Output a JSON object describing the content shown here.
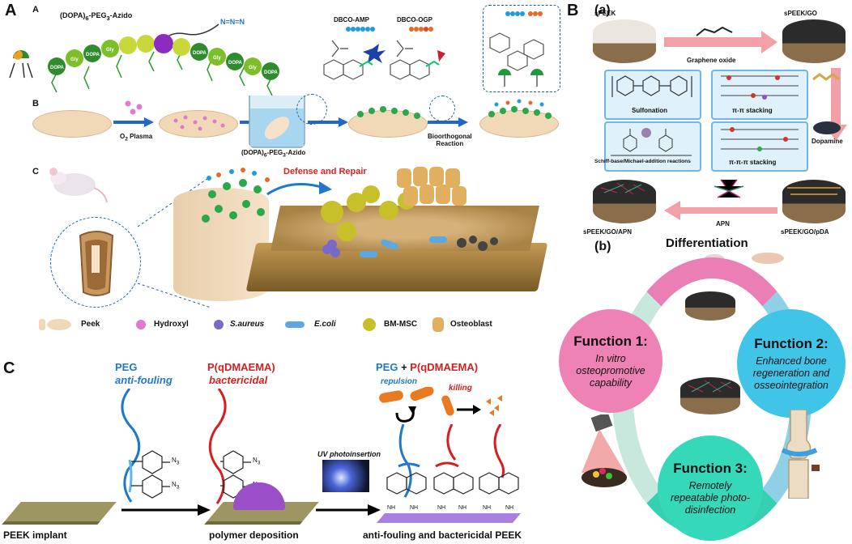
{
  "panel_A": {
    "letter": "A",
    "sub_a": "A",
    "sub_b": "B",
    "sub_c": "C",
    "molecule_label": "(DOPA)",
    "molecule_label_sub": "6",
    "molecule_label_mid": "-PEG",
    "molecule_label_sub2": "3",
    "molecule_label_end": "-Azido",
    "dbco_amp": "DBCO-AMP",
    "dbco_ogp": "DBCO-OGP",
    "o2_plasma": "O",
    "o2_plasma_sub": "2",
    "o2_plasma_end": " Plasma",
    "dopa_peg_label": "(DOPA)",
    "dopa_peg_sub": "6",
    "dopa_peg_mid": "-PEG",
    "dopa_peg_sub2": "3",
    "dopa_peg_end": "-Azido",
    "bioorthogonal": "Bioorthogonal",
    "reaction": "Reaction",
    "defense": "Defense and Repair",
    "legend": [
      "Peek",
      "Hydroxyl",
      "S.aureus",
      "E.coli",
      "BM-MSC",
      "Osteoblast"
    ]
  },
  "panel_B": {
    "letter": "B",
    "sub_a": "(a)",
    "sub_b": "(b)",
    "speek": "sPEEK",
    "speek_go": "sPEEK/GO",
    "graphene": "Graphene oxide",
    "sulfonation": "Sulfonation",
    "pipi1": "π-π stacking",
    "dopamine": "Dopamine",
    "schiff": "Schiff-base/Michael-addition reactions",
    "pipi2": "π-π-π stacking",
    "apn": "APN",
    "speek_go_apn": "sPEEK/GO/APN",
    "speek_go_pda": "sPEEK/GO/pDA",
    "differentiation": "Differentiation",
    "f1_title": "Function 1:",
    "f1_desc": [
      "In vitro",
      "osteopromotive",
      "capability"
    ],
    "f2_title": "Function 2:",
    "f2_desc": [
      "Enhanced bone",
      "regeneration and",
      "osseointegration"
    ],
    "f3_title": "Function 3:",
    "f3_desc": [
      "Remotely",
      "repeatable photo-",
      "disinfection"
    ]
  },
  "panel_C": {
    "letter": "C",
    "peg": "PEG",
    "anti_fouling": "anti-fouling",
    "pq": "P(qDMAEMA)",
    "bactericidal": "bactericidal",
    "peg2": "PEG",
    "plus": " + ",
    "pq2": "P(qDMAEMA)",
    "repulsion": "repulsion",
    "killing": "killing",
    "n3": "N",
    "n3_sub": "3",
    "uv": "UV photoinsertion",
    "peek_implant": "PEEK implant",
    "polymer_dep": "polymer deposition",
    "final": "anti-fouling and bactericidal PEEK",
    "nh": "NH"
  },
  "colors": {
    "blue": "#1f78c8",
    "red": "#d42020",
    "pink": "#e97fb4",
    "cyan": "#38c3e6",
    "teal": "#35d0b2",
    "purple": "#9a4fc9",
    "olive": "#9e9662"
  }
}
